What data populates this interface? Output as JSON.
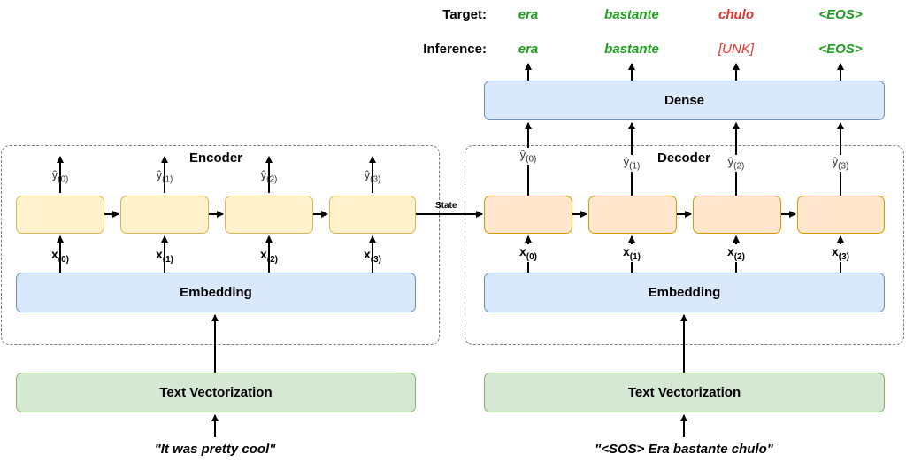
{
  "encoder": {
    "title": "Encoder",
    "embedding_label": "Embedding",
    "vectorization_label": "Text Vectorization",
    "input_sentence": "\"It was pretty cool\"",
    "outputs": [
      {
        "base": "ŷ",
        "sub": "(0)"
      },
      {
        "base": "ŷ",
        "sub": "(1)"
      },
      {
        "base": "ŷ",
        "sub": "(2)"
      },
      {
        "base": "ŷ",
        "sub": "(3)"
      }
    ],
    "inputs": [
      {
        "base": "x",
        "sub": "(0)"
      },
      {
        "base": "x",
        "sub": "(1)"
      },
      {
        "base": "x",
        "sub": "(2)"
      },
      {
        "base": "x",
        "sub": "(3)"
      }
    ]
  },
  "decoder": {
    "title": "Decoder",
    "embedding_label": "Embedding",
    "vectorization_label": "Text Vectorization",
    "dense_label": "Dense",
    "input_sentence": "\"<SOS> Era bastante chulo\"",
    "outputs": [
      {
        "base": "ŷ",
        "sub": "(0)"
      },
      {
        "base": "ŷ",
        "sub": "(1)"
      },
      {
        "base": "ŷ",
        "sub": "(2)"
      },
      {
        "base": "ŷ",
        "sub": "(3)"
      }
    ],
    "inputs": [
      {
        "base": "x",
        "sub": "(0)"
      },
      {
        "base": "x",
        "sub": "(1)"
      },
      {
        "base": "x",
        "sub": "(2)"
      },
      {
        "base": "x",
        "sub": "(3)"
      }
    ]
  },
  "state_label": "State",
  "target": {
    "label": "Target:",
    "words": [
      "era",
      "bastante",
      "chulo",
      "<EOS>"
    ],
    "status": [
      "correct",
      "correct",
      "incorrect",
      "correct"
    ]
  },
  "inference": {
    "label": "Inference:",
    "words": [
      "era",
      "bastante",
      "[UNK]",
      "<EOS>"
    ],
    "status": [
      "correct",
      "correct",
      "incorrect",
      "correct"
    ]
  },
  "colors": {
    "correct": "#1e9e1e",
    "incorrect": "#e8322b",
    "embedding_fill": "#dae8fc",
    "vectorization_fill": "#d5e8d4",
    "encoder_cell_fill": "#fff2cc",
    "decoder_cell_fill": "#ffe6cc"
  }
}
